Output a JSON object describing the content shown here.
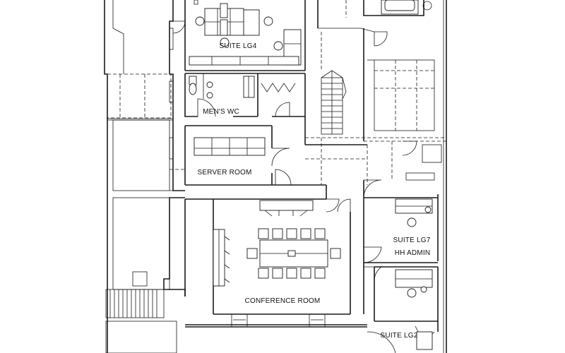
{
  "plan": {
    "rooms": [
      {
        "id": "suite-lg4",
        "label": "SUITE LG4"
      },
      {
        "id": "mens-wc",
        "label": "MEN'S WC"
      },
      {
        "id": "server-room",
        "label": "SERVER ROOM"
      },
      {
        "id": "suite-lg7",
        "label": "SUITE LG7"
      },
      {
        "id": "hh-admin",
        "label": "HH ADMIN"
      },
      {
        "id": "conference-room",
        "label": "CONFERENCE ROOM"
      },
      {
        "id": "suite-lg2",
        "label": "SUITE LG2"
      }
    ],
    "icons": [
      "desk-icon",
      "office-chair-icon",
      "toilet-icon",
      "sink-icon",
      "door-swing-icon",
      "staircase-icon",
      "conference-table-icon",
      "server-rack-icon",
      "bathtub-icon"
    ]
  }
}
